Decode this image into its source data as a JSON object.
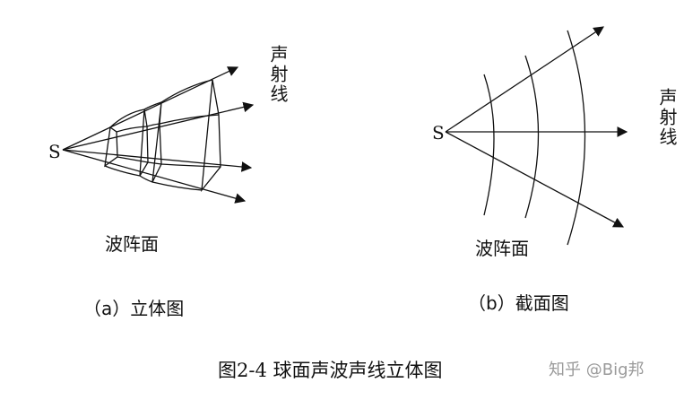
{
  "panel_a": {
    "source_label": "S",
    "ray_label": "声射线",
    "wavefront_label": "波阵面",
    "caption": "（a）立体图"
  },
  "panel_b": {
    "source_label": "S",
    "ray_label": "声射线",
    "wavefront_label": "波阵面",
    "caption": "（b）截面图"
  },
  "figure_caption": "图2-4 球面声波声线立体图",
  "watermark": "知乎 @Big邦"
}
